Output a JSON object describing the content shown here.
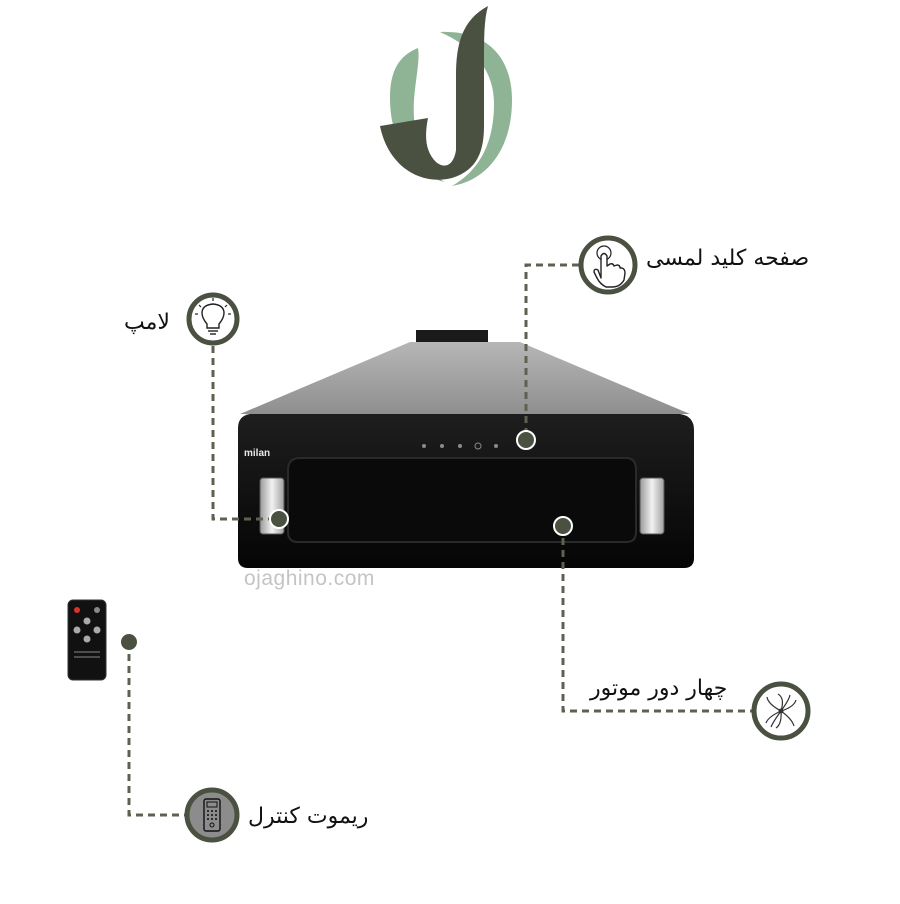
{
  "brand": {
    "watermark": "ojaghino.com",
    "product_brand": "milan"
  },
  "features": {
    "touch_panel": {
      "label": "صفحه کلید لمسی",
      "icon": "touch-hand-icon"
    },
    "lamp": {
      "label": "لامپ",
      "icon": "light-bulb-icon"
    },
    "motor_speeds": {
      "label": "چهار دور موتور",
      "icon": "fan-icon"
    },
    "remote_control": {
      "label": "ریموت کنترل",
      "icon": "remote-control-icon"
    }
  },
  "colors": {
    "accent": "#4a5141",
    "dashed_line": "#5b6350",
    "logo_dark": "#4a5141",
    "logo_light": "#8fb495",
    "hood_glass": "#0d0d0d",
    "hood_steel": "#a3a3a3"
  }
}
